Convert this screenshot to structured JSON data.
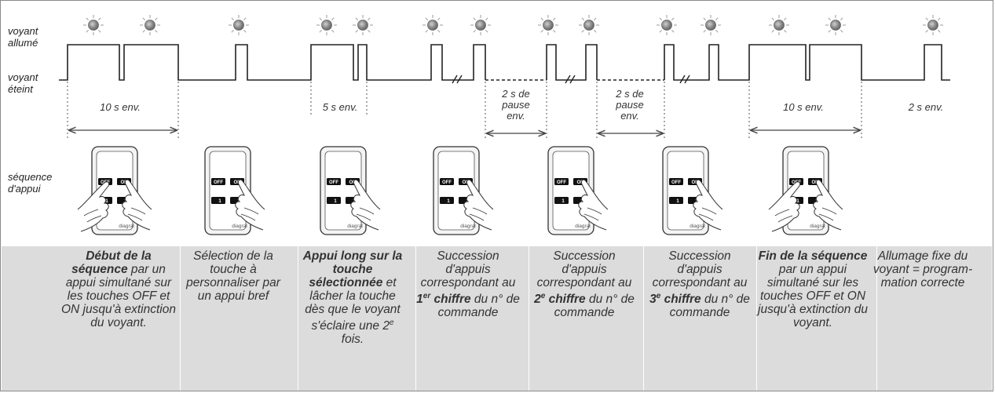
{
  "labels": {
    "led_on": "voyant\nallumé",
    "led_off": "voyant\néteint",
    "sequence": "séquence\nd'appui"
  },
  "timings": [
    {
      "text": "10 s env.",
      "id": "t1"
    },
    {
      "text": "5 s env.",
      "id": "t2"
    },
    {
      "text": "2 s de\npause\nenv.",
      "id": "t3"
    },
    {
      "text": "2 s de\npause\nenv.",
      "id": "t4"
    },
    {
      "text": "10 s env.",
      "id": "t5"
    },
    {
      "text": "2 s env.",
      "id": "t6"
    }
  ],
  "remote": {
    "btn_off": "OFF",
    "btn_on": "ON",
    "btn_1": "1",
    "btn_2": "2",
    "brand": "diagral"
  },
  "steps": [
    {
      "parts": [
        [
          "b",
          "Début de la séquence"
        ],
        [
          "t",
          " par un appui simultané sur les touches OFF et ON jusqu'à extinction du voyant."
        ]
      ]
    },
    {
      "parts": [
        [
          "t",
          "Sélection de la touche à personnaliser par un appui bref"
        ]
      ]
    },
    {
      "parts": [
        [
          "b",
          "Appui long sur la touche sélectionnée"
        ],
        [
          "t",
          " et lâcher la touche dès que le voyant s'éclaire une 2"
        ],
        [
          "sup",
          "e"
        ],
        [
          "t",
          " fois."
        ]
      ]
    },
    {
      "parts": [
        [
          "t",
          "Succession d'appuis correspondant au "
        ],
        [
          "b",
          "1"
        ],
        [
          "bsup",
          "er"
        ],
        [
          "b",
          " chiffre"
        ],
        [
          "t",
          " du n° de commande"
        ]
      ]
    },
    {
      "parts": [
        [
          "t",
          "Succession d'appuis correspondant au "
        ],
        [
          "b",
          "2"
        ],
        [
          "bsup",
          "e"
        ],
        [
          "b",
          " chiffre"
        ],
        [
          "t",
          " du n° de commande"
        ]
      ]
    },
    {
      "parts": [
        [
          "t",
          "Succession d'appuis correspondant au "
        ],
        [
          "b",
          "3"
        ],
        [
          "bsup",
          "e"
        ],
        [
          "b",
          " chiffre"
        ],
        [
          "t",
          " du n° de commande"
        ]
      ]
    },
    {
      "parts": [
        [
          "b",
          "Fin de la séquence"
        ],
        [
          "t",
          " par un appui simultané sur les touches OFF et ON jusqu'à extinction du voyant."
        ]
      ]
    },
    {
      "parts": [
        [
          "t",
          "Allumage fixe du voyant = program-mation correcte"
        ]
      ]
    }
  ],
  "colors": {
    "led": "#8a8a8a",
    "band": "#dcdcdc",
    "arrow": "#444444"
  }
}
